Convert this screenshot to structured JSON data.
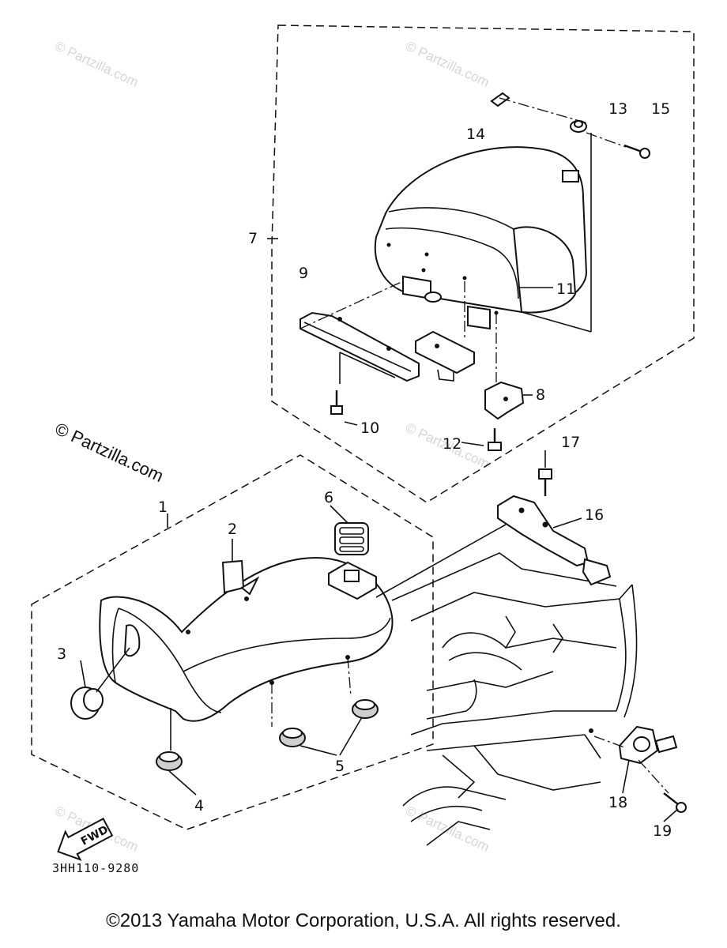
{
  "callouts": {
    "c1": "1",
    "c2": "2",
    "c3": "3",
    "c4": "4",
    "c5": "5",
    "c6": "6",
    "c7": "7",
    "c8": "8",
    "c9": "9",
    "c10": "10",
    "c11": "11",
    "c12": "12",
    "c13": "13",
    "c14": "14",
    "c15": "15",
    "c16": "16",
    "c17": "17",
    "c18": "18",
    "c19": "19"
  },
  "watermark": {
    "small": "© Partzilla.com",
    "large": "© Partzilla.com"
  },
  "fwd_label": "FWD",
  "part_code": "3HH110-9280",
  "copyright": "©2013 Yamaha Motor Corporation, U.S.A. All rights reserved."
}
